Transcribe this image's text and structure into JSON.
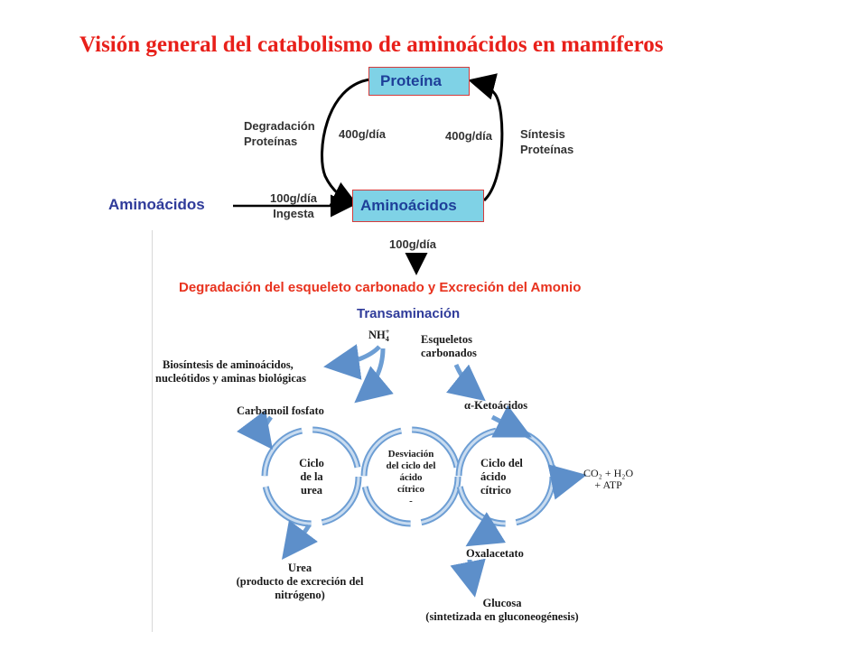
{
  "title": "Visión general del catabolismo de aminoácidos en mamíferos",
  "nodes": {
    "protein": "Proteína",
    "amino_center": "Aminoácidos",
    "amino_left": "Aminoácidos"
  },
  "labels": {
    "degradation": [
      "Degradación",
      "Proteínas"
    ],
    "synthesis": [
      "Síntesis",
      "Proteínas"
    ],
    "rate_left": "400g/día",
    "rate_right": "400g/día",
    "intake_rate": "100g/día",
    "intake": "Ingesta",
    "down_rate": "100g/día",
    "heading": "Degradación del esqueleto carbonado y Excreción del Amonio",
    "transamination": "Transaminación"
  },
  "pathway": {
    "nh4": "NH",
    "nh4_sup": "+",
    "nh4_sub": "4",
    "skeletons": [
      "Esqueletos",
      "carbonados"
    ],
    "biosynthesis": [
      "Biosíntesis de aminoácidos,",
      "nucleótidos y aminas biológicas"
    ],
    "carbamoyl": "Carbamoil fosfato",
    "ketoacids": "α-Ketoácidos",
    "urea_cycle": [
      "Ciclo",
      "de la",
      "urea"
    ],
    "deviation": [
      "Desviación",
      "del ciclo del",
      "ácido",
      "cítrico",
      "-"
    ],
    "citric_cycle": [
      "Ciclo del",
      "ácido",
      "cítrico"
    ],
    "co2": [
      "CO₂ + H₂O",
      "+ ATP"
    ],
    "urea": [
      "Urea",
      "(producto de excreción del",
      "nitrógeno)"
    ],
    "oxaloacetate": "Oxalacetato",
    "glucose": [
      "Glucosa",
      "(sintetizada en gluconeogénesis)"
    ]
  },
  "colors": {
    "title_red": "#e8201a",
    "box_fill": "#7fd2e6",
    "box_border": "#d43c3c",
    "blue_text": "#2f3b9a",
    "cycle_blue": "#5d8fca"
  }
}
